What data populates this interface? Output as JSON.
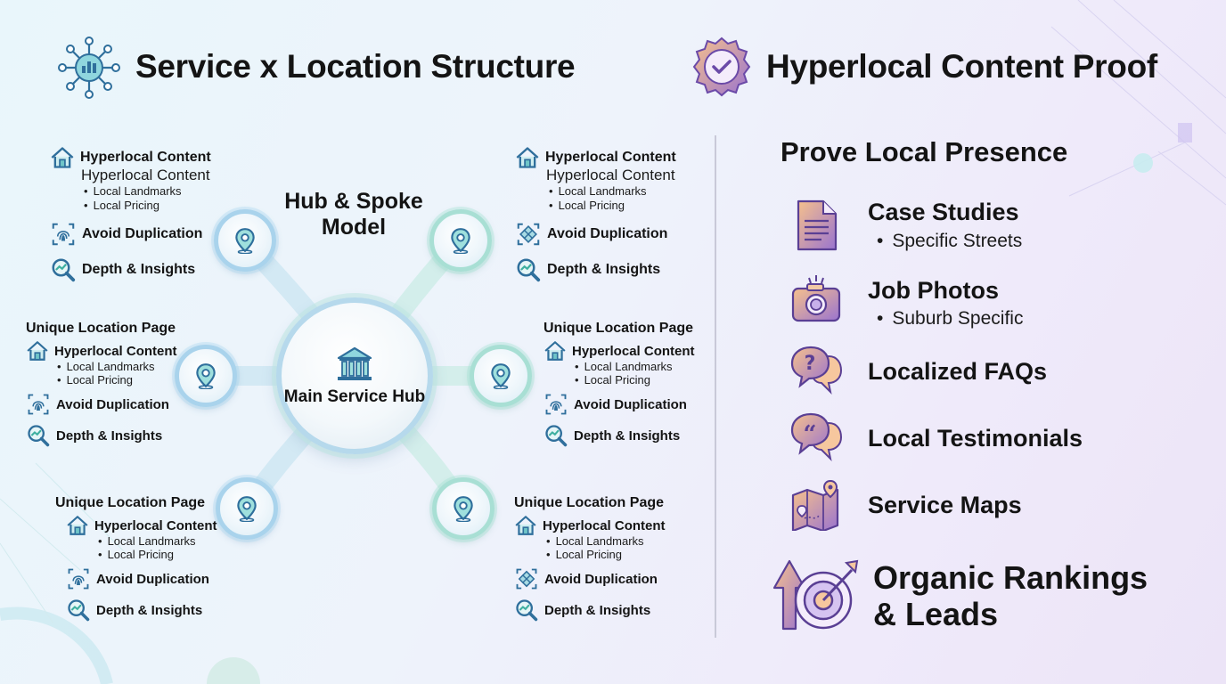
{
  "left": {
    "title": "Service x Location Structure",
    "hub_model_title": "Hub & Spoke Model",
    "hub_label": "Main Service Hub",
    "blocks": {
      "tl": {
        "head": "Hyperlocal Content",
        "subtitle": "Hyperlocal Content",
        "bullets": [
          "Local Landmarks",
          "Local Pricing"
        ],
        "dup": "Avoid Duplication",
        "depth": "Depth & Insights"
      },
      "tr": {
        "head": "Hyperlocal Content",
        "subtitle": "Hyperlocal Content",
        "bullets": [
          "Local Landmarks",
          "Local Pricing"
        ],
        "dup": "Avoid Duplication",
        "depth": "Depth & Insights"
      },
      "ml": {
        "page": "Unique Location Page",
        "head": "Hyperlocal Content",
        "bullets": [
          "Local Landmarks",
          "Local Pricing"
        ],
        "dup": "Avoid Duplication",
        "depth": "Depth & Insights"
      },
      "mr": {
        "page": "Unique Location Page",
        "head": "Hyperlocal Content",
        "bullets": [
          "Local Landmarks",
          "Local Pricing"
        ],
        "dup": "Avoid Duplication",
        "depth": "Depth & Insights"
      },
      "bl": {
        "page": "Unique Location Page",
        "head": "Hyperlocal Content",
        "bullets": [
          "Local Landmarks",
          "Local Pricing"
        ],
        "dup": "Avoid Duplication",
        "depth": "Depth & Insights"
      },
      "br": {
        "page": "Unique Location Page",
        "head": "Hyperlocal Content",
        "bullets": [
          "Local Landmarks",
          "Local Pricing"
        ],
        "dup": "Avoid Duplication",
        "depth": "Depth & Insights"
      }
    }
  },
  "right": {
    "title": "Hyperlocal Content Proof",
    "heading": "Prove Local Presence",
    "items": [
      {
        "label": "Case Studies",
        "sub": "Specific Streets",
        "icon": "document-icon"
      },
      {
        "label": "Job Photos",
        "sub": "Suburb Specific",
        "icon": "camera-icon"
      },
      {
        "label": "Localized FAQs",
        "icon": "faq-bubble-icon"
      },
      {
        "label": "Local Testimonials",
        "icon": "quote-bubble-icon"
      },
      {
        "label": "Service Maps",
        "icon": "map-icon"
      }
    ],
    "final": {
      "line1": "Organic Rankings",
      "line2": "& Leads",
      "icon": "target-arrow-icon"
    }
  },
  "colors": {
    "teal": "#3a8fb0",
    "green": "#5fbfa8",
    "purple": "#9b7fd0",
    "peach": "#f2b98e"
  }
}
